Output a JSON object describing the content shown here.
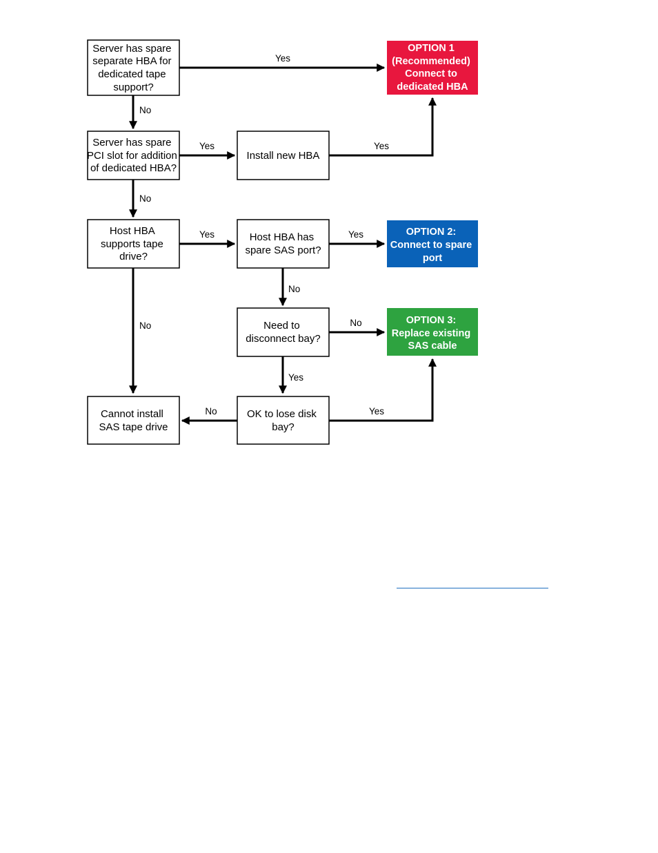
{
  "colors": {
    "option1": "#e8173e",
    "option2": "#0a62b8",
    "option3": "#2ea340",
    "link": "#1f6fbf"
  },
  "nodes": {
    "spare_hba": [
      "Server has spare",
      "separate HBA for",
      "dedicated tape",
      "support?"
    ],
    "spare_pci": [
      "Server has spare",
      "PCI slot for addition",
      "of dedicated HBA?"
    ],
    "install_hba": [
      "Install new HBA"
    ],
    "option1": [
      "OPTION 1",
      "(Recommended)",
      "Connect to",
      "dedicated HBA"
    ],
    "host_supports": [
      "Host HBA",
      "supports tape",
      "drive?"
    ],
    "host_spare_port": [
      "Host HBA has",
      "spare SAS port?"
    ],
    "option2": [
      "OPTION 2:",
      "Connect to spare",
      "port"
    ],
    "need_disconnect": [
      "Need to",
      "disconnect bay?"
    ],
    "option3": [
      "OPTION 3:",
      "Replace existing",
      "SAS cable"
    ],
    "cannot_install": [
      "Cannot install",
      "SAS tape drive"
    ],
    "ok_lose_bay": [
      "OK to lose disk",
      "bay?"
    ]
  },
  "edges": {
    "e1": "Yes",
    "e2": "No",
    "e3": "Yes",
    "e4": "Yes",
    "e5": "No",
    "e6": "Yes",
    "e7": "Yes",
    "e8": "No",
    "e9": "No",
    "e10": "No",
    "e11": "Yes",
    "e12": "No",
    "e13": "Yes"
  }
}
